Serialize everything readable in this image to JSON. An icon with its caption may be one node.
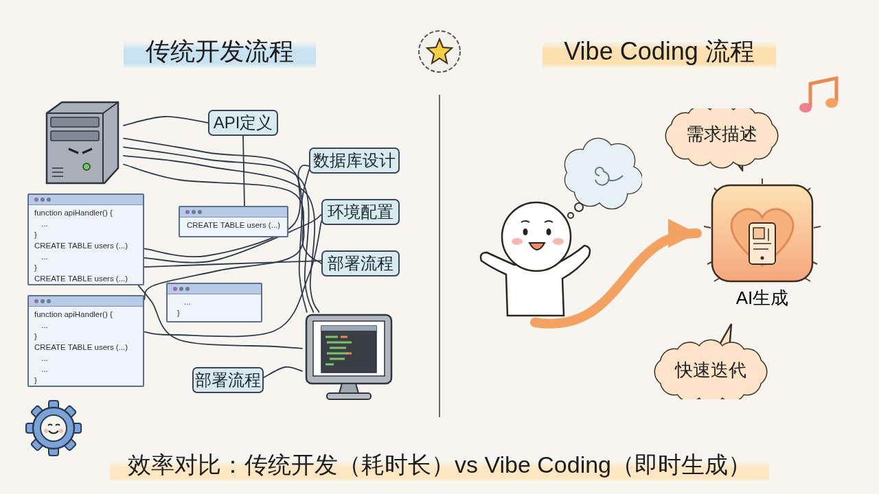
{
  "diagram": {
    "caption": "效率对比：传统开发（耗时长）vs Vibe Coding（即时生成）",
    "nodes": [
      {
        "text": [],
        "shape": "picture"
      },
      {
        "text": [
          "API定义"
        ]
      },
      {
        "text": [
          "数据库设计"
        ]
      },
      {
        "text": [
          "环境配置"
        ]
      },
      {
        "text": [
          "部署流程"
        ]
      },
      {
        "text": [
          "function apiHandler() {",
          "...",
          "}",
          "CREATE TABLE users (...)",
          "...",
          "}",
          "CREATE TABLE users (...)"
        ]
      },
      {
        "text": [
          "...",
          "}"
        ]
      },
      {
        "text": [
          "CREATE TABLE users (...)"
        ]
      },
      {
        "text": [
          "function apiHandler() {",
          "...",
          "}",
          "CREATE TABLE users (...)",
          "...",
          "...",
          "}"
        ]
      },
      {
        "text": [
          "部署流程"
        ]
      },
      {
        "text": [],
        "shape": "picture"
      },
      {
        "text": [],
        "shape": "person"
      },
      {
        "text": [
          "需求描述"
        ]
      },
      {
        "text": [],
        "shape": "picture",
        "beside": [
          "AI生成"
        ]
      },
      {
        "text": [
          "快速迭代"
        ]
      }
    ],
    "edges": [
      {
        "from": 0,
        "to": 1,
        "arrow": "none"
      },
      {
        "from": 0,
        "to": 10,
        "arrow": "none"
      },
      {
        "from": 0,
        "to": 10,
        "arrow": "none"
      },
      {
        "from": 0,
        "to": 10,
        "arrow": "none"
      },
      {
        "from": 0,
        "to": 4,
        "arrow": "none"
      },
      {
        "from": 5,
        "to": 2,
        "arrow": "none"
      },
      {
        "from": 5,
        "to": 3,
        "arrow": "none"
      },
      {
        "from": 5,
        "to": 4,
        "arrow": "none"
      },
      {
        "from": 5,
        "to": 10,
        "arrow": "none"
      },
      {
        "from": 1,
        "to": 7,
        "arrow": "none"
      },
      {
        "from": 8,
        "to": 2,
        "arrow": "none"
      },
      {
        "from": 8,
        "to": 3,
        "arrow": "none"
      },
      {
        "from": 9,
        "to": 10,
        "arrow": "none"
      },
      {
        "from": 11,
        "to": 13,
        "arrow": "to",
        "style": "thick",
        "color": "#f4a261"
      }
    ],
    "labels": [
      "传统开发流程",
      "Vibe Coding 流程"
    ]
  }
}
